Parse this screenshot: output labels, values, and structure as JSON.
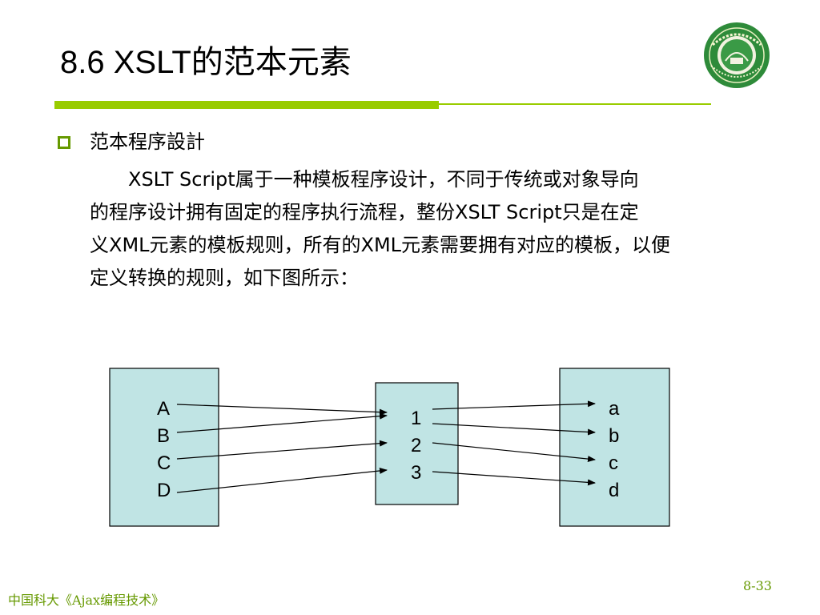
{
  "slide": {
    "title": "8.6 XSLT的范本元素",
    "bullet": "范本程序設計",
    "paragraph_lines": [
      "　　XSLT Script属于一种模板程序设计，不同于传统或对象导向",
      "的程序设计拥有固定的程序执行流程，整份XSLT Script只是在定",
      "义XML元素的模板规则，所有的XML元素需要拥有对应的模板，以便",
      "定义转换的规则，如下图所示："
    ]
  },
  "diagram": {
    "left_items": [
      "A",
      "B",
      "C",
      "D"
    ],
    "middle_items": [
      "1",
      "2",
      "3"
    ],
    "right_items": [
      "a",
      "b",
      "c",
      "d"
    ],
    "box_color": "#c0e4e4"
  },
  "footer": {
    "source": "中国科大《Ajax编程技术》",
    "page_number": "8-33"
  },
  "colors": {
    "accent": "#99cc00",
    "footer_text": "#669900"
  }
}
